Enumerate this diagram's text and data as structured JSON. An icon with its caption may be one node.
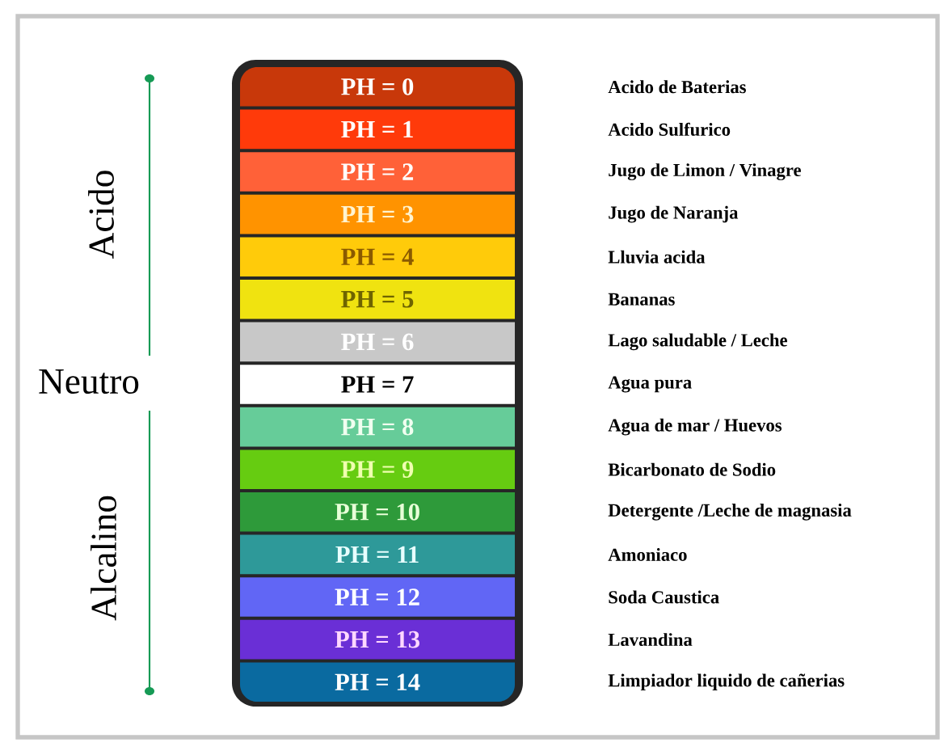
{
  "diagram": {
    "nodes": [
      {
        "text": [
          "PH = 0"
        ]
      },
      {
        "text": [
          "PH = 1"
        ]
      },
      {
        "text": [
          "PH = 2"
        ]
      },
      {
        "text": [
          "PH = 3"
        ]
      },
      {
        "text": [
          "PH = 4"
        ]
      },
      {
        "text": [
          "PH = 5"
        ]
      },
      {
        "text": [
          "PH = 6"
        ]
      },
      {
        "text": [
          "PH = 7"
        ]
      },
      {
        "text": [
          "PH = 8"
        ]
      },
      {
        "text": [
          "PH = 9"
        ]
      },
      {
        "text": [
          "PH = 10"
        ]
      },
      {
        "text": [
          "PH = 11"
        ]
      },
      {
        "text": [
          "PH = 12"
        ]
      },
      {
        "text": [
          "PH = 13"
        ]
      },
      {
        "text": [
          "PH = 14"
        ]
      }
    ],
    "labels": [
      "Acido",
      "Neutro",
      "Alcalino",
      "Acido de Baterias",
      "Acido Sulfurico",
      "Jugo de Limon / Vinagre",
      "Jugo de Naranja",
      "Lluvia acida",
      "Bananas",
      "Lago saludable / Leche",
      "Agua pura",
      "Agua de mar / Huevos",
      "Bicarbonato de Sodio",
      "Detergente /Leche de magnasia",
      "Amoniaco",
      "Soda Caustica",
      "Lavandina",
      "Limpiador liquido de cañerias"
    ]
  }
}
